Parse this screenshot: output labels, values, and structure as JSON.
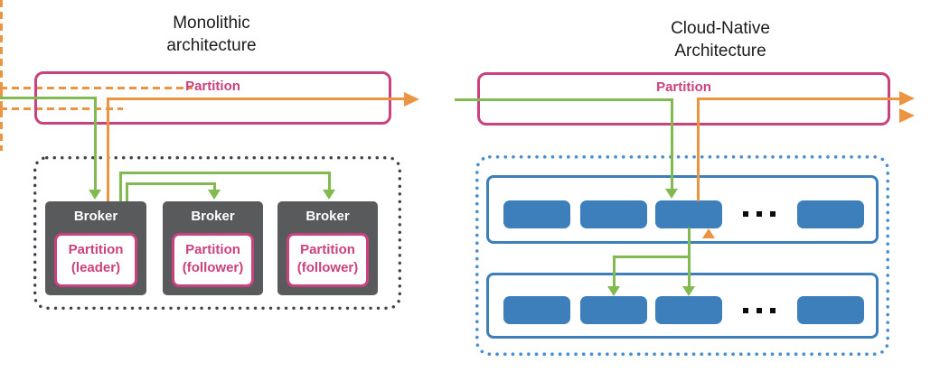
{
  "diagram": {
    "left": {
      "title_lines": [
        "Monolithic",
        "architecture"
      ],
      "partition_label": "Partition",
      "brokers": [
        {
          "label": "Broker",
          "partition_line1": "Partition",
          "partition_line2": "(leader)"
        },
        {
          "label": "Broker",
          "partition_line1": "Partition",
          "partition_line2": "(follower)"
        },
        {
          "label": "Broker",
          "partition_line1": "Partition",
          "partition_line2": "(follower)"
        }
      ]
    },
    "right": {
      "title_lines": [
        "Cloud-Native",
        "Architecture"
      ],
      "partition_label": "Partition",
      "ellipsis": "..."
    },
    "colors": {
      "pink": "#c9417e",
      "green": "#82ba51",
      "orange": "#eb9441",
      "blue": "#3d7fba",
      "blue_dots": "#478fd0",
      "broker_gray": "#595a5c",
      "dark_dots": "#3e434e"
    },
    "icons": {
      "ellipsis": "ellipsis-icon",
      "solid_arrow": "arrow-icon",
      "dashed_arrow": "dashed-arrow-icon"
    }
  }
}
